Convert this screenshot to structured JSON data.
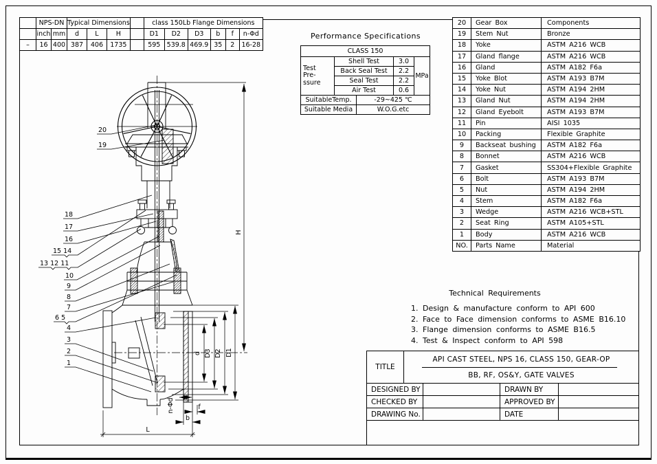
{
  "dim_table": {
    "groups": [
      "NPS-DN",
      "Typical Dimensions",
      "class 150Lb Flange Dimensions"
    ],
    "headers": [
      "inch",
      "mm",
      "d",
      "L",
      "H",
      "D1",
      "D2",
      "D3",
      "b",
      "f",
      "n-Φd"
    ],
    "values": [
      "–",
      "16",
      "400",
      "387",
      "406",
      "1735",
      "595",
      "539.8",
      "469.9",
      "35",
      "2",
      "16-28"
    ]
  },
  "performance": {
    "title": "Performance Specifications",
    "class_label": "CLASS 150",
    "pressure_label_lines": [
      "Test",
      "Pre-",
      "ssure"
    ],
    "rows": [
      {
        "name": "Shell Test",
        "value": "3.0"
      },
      {
        "name": "Back Seal Test",
        "value": "2.2"
      },
      {
        "name": "Seal Test",
        "value": "2.2"
      },
      {
        "name": "Air Test",
        "value": "0.6"
      }
    ],
    "unit": "MPa",
    "temp_label": "SuitableTemp.",
    "temp_value": "-29~425 ℃",
    "media_label": "Suitable Media",
    "media_value": "W.O.G.etc"
  },
  "parts_list": {
    "rows": [
      {
        "no": "20",
        "name": "Gear Box",
        "material": "Components"
      },
      {
        "no": "19",
        "name": "Stem Nut",
        "material": "Bronze"
      },
      {
        "no": "18",
        "name": "Yoke",
        "material": "ASTM A216 WCB"
      },
      {
        "no": "17",
        "name": "Gland flange",
        "material": "ASTM A216 WCB"
      },
      {
        "no": "16",
        "name": "Gland",
        "material": "ASTM A182 F6a"
      },
      {
        "no": "15",
        "name": "Yoke Blot",
        "material": "ASTM A193 B7M"
      },
      {
        "no": "14",
        "name": "Yoke Nut",
        "material": "ASTM A194 2HM"
      },
      {
        "no": "13",
        "name": "Gland Nut",
        "material": "ASTM A194 2HM"
      },
      {
        "no": "12",
        "name": "Gland Eyebolt",
        "material": "ASTM A193 B7M"
      },
      {
        "no": "11",
        "name": "Pin",
        "material": "AISI 1035"
      },
      {
        "no": "10",
        "name": "Packing",
        "material": "Flexible Graphite"
      },
      {
        "no": "9",
        "name": "Backseat bushing",
        "material": "ASTM A182 F6a"
      },
      {
        "no": "8",
        "name": "Bonnet",
        "material": "ASTM A216 WCB"
      },
      {
        "no": "7",
        "name": "Gasket",
        "material": "SS304+Flexible Graphite"
      },
      {
        "no": "6",
        "name": "Bolt",
        "material": "ASTM A193 B7M"
      },
      {
        "no": "5",
        "name": "Nut",
        "material": "ASTM A194 2HM"
      },
      {
        "no": "4",
        "name": "Stem",
        "material": "ASTM A182 F6a"
      },
      {
        "no": "3",
        "name": "Wedge",
        "material": "ASTM A216 WCB+STL"
      },
      {
        "no": "2",
        "name": "Seat Ring",
        "material": "ASTM A105+STL"
      },
      {
        "no": "1",
        "name": "Body",
        "material": "ASTM A216 WCB"
      }
    ],
    "footer": {
      "no": "NO.",
      "name": "Parts Name",
      "material": "Material"
    }
  },
  "technical_requirements": {
    "title": "Technical Requirements",
    "items": [
      "1.  Design & manufacture conform to API 600",
      "2.  Face to Face dimension conforms to ASME B16.10",
      "3.  Flange dimension conforms to ASME B16.5",
      "4.  Test & Inspect conform to API 598"
    ]
  },
  "title_block": {
    "title_label": "TITLE",
    "title_line1": "API CAST STEEL, NPS 16, CLASS 150, GEAR-OP",
    "title_line2": "BB, RF, OS&Y, GATE VALVES",
    "designed_by": "DESIGNED BY",
    "drawn_by": "DRAWN BY",
    "checked_by": "CHECKED  BY",
    "approved_by": "APPROVED BY",
    "drawing_no": "DRAWING No.",
    "date": "DATE"
  },
  "drawing": {
    "part_labels": {
      "p20": "20",
      "p19": "19",
      "p18": "18",
      "p17": "17",
      "p16": "16",
      "p15_14": "15 14",
      "p13_12_11": "13 12 11",
      "p10": "10",
      "p9": "9",
      "p8": "8",
      "p7": "7",
      "p6_5": "6 5",
      "p4": "4",
      "p3": "3",
      "p2": "2",
      "p1": "1"
    },
    "dim_labels": {
      "H": "H",
      "d": "d",
      "D3": "D3",
      "D2": "D2",
      "D1": "D1",
      "n_phi_d": "n-Φd",
      "f": "f",
      "b": "b",
      "L": "L"
    }
  }
}
